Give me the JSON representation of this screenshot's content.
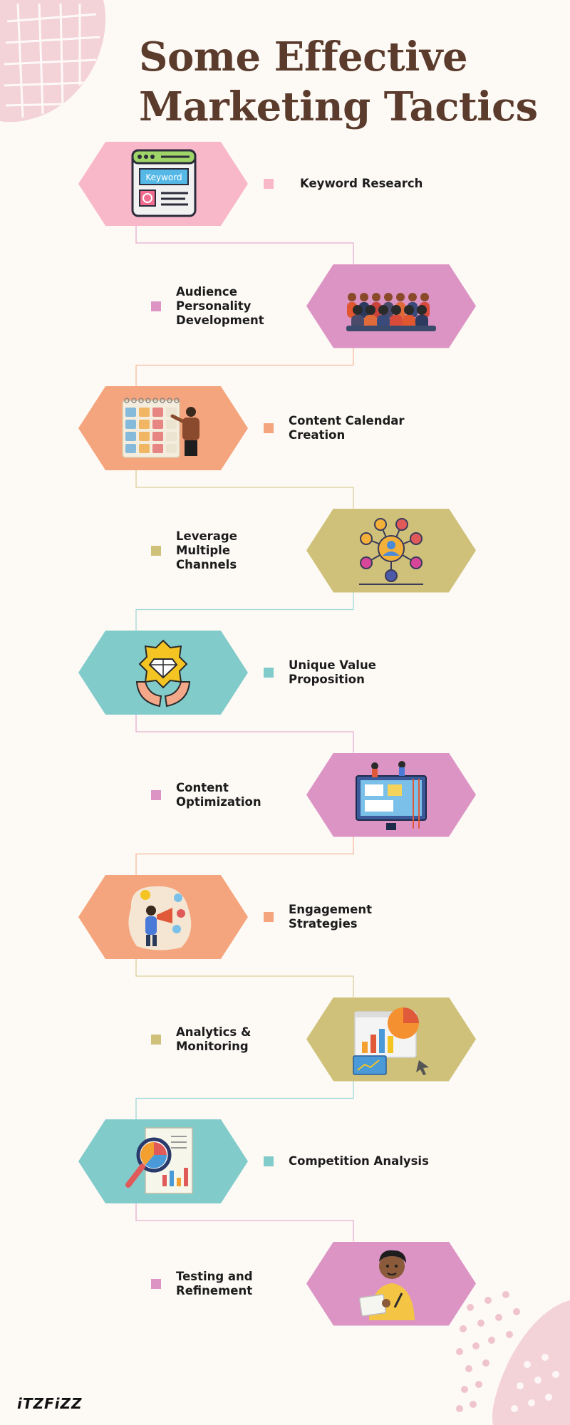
{
  "title": {
    "line1": "Some Effective",
    "line2": "Marketing Tactics"
  },
  "colors": {
    "pink": "#f8b8ca",
    "orchid": "#dc94c4",
    "peach": "#f5a57e",
    "olive": "#cfc17a",
    "teal": "#82cbcb",
    "connector": "#f2c9b8",
    "title": "#5b3b2c"
  },
  "steps": [
    {
      "label": "Keyword Research",
      "color": "pink",
      "side": "left",
      "icon": "keyword-browser-icon",
      "icon_text": "Keyword"
    },
    {
      "label": "Audience Personality Development",
      "color": "orchid",
      "side": "right",
      "icon": "audience-icon"
    },
    {
      "label": "Content Calendar Creation",
      "color": "peach",
      "side": "left",
      "icon": "calendar-icon"
    },
    {
      "label": "Leverage Multiple Channels",
      "color": "olive",
      "side": "right",
      "icon": "channels-network-icon"
    },
    {
      "label": "Unique Value Proposition",
      "color": "teal",
      "side": "left",
      "icon": "diamond-hands-icon"
    },
    {
      "label": "Content Optimization",
      "color": "orchid",
      "side": "right",
      "icon": "content-screen-icon"
    },
    {
      "label": "Engagement Strategies",
      "color": "peach",
      "side": "left",
      "icon": "megaphone-person-icon"
    },
    {
      "label": "Analytics & Monitoring",
      "color": "olive",
      "side": "right",
      "icon": "analytics-dashboard-icon"
    },
    {
      "label": "Competition Analysis",
      "color": "teal",
      "side": "left",
      "icon": "magnifier-report-icon"
    },
    {
      "label": "Testing and Refinement",
      "color": "orchid",
      "side": "right",
      "icon": "person-writing-icon"
    }
  ],
  "logo": {
    "text": "iTZFiZZ"
  }
}
